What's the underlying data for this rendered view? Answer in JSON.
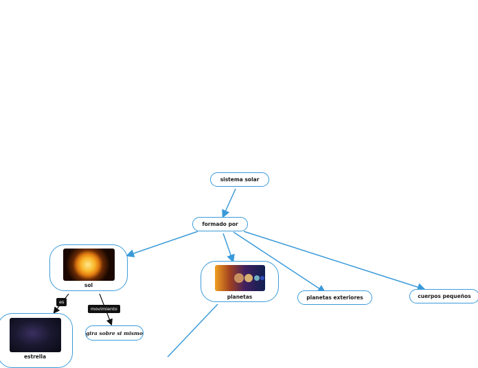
{
  "map": {
    "root": {
      "label": "sistema solar"
    },
    "connector": {
      "label": "formado por"
    },
    "nodes": {
      "sol": {
        "label": "sol",
        "image": "sun-image"
      },
      "planetas": {
        "label": "planetas",
        "image": "planets-image"
      },
      "planetas_exteriores": {
        "label": "planetas exteriores"
      },
      "cuerpos_pequenos": {
        "label": "cuerpos pequeños"
      },
      "estrella": {
        "label": "estrella",
        "image": "starfield-image"
      },
      "gira": {
        "label": "gira sobre si mismo"
      }
    },
    "edge_labels": {
      "es": "es",
      "movimiento": "movimiento"
    }
  },
  "colors": {
    "edge": "#3a9ad9",
    "node_border": "#3a9ad9",
    "tag_bg": "#111111"
  }
}
